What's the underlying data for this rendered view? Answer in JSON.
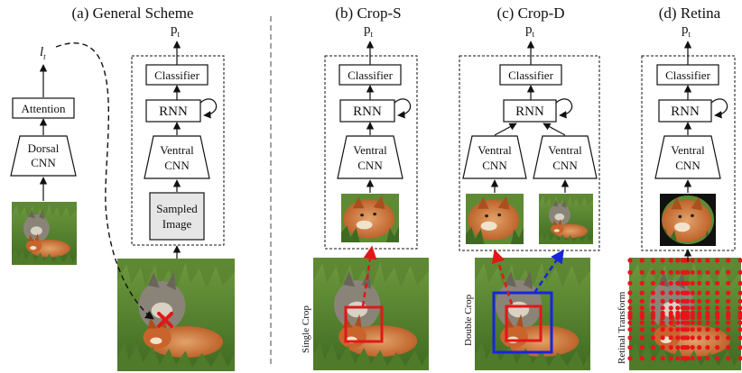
{
  "panels": {
    "a": {
      "title": "(a) General Scheme",
      "lt_main": "l",
      "lt_sub": "t",
      "attention": "Attention",
      "dorsal_line1": "Dorsal",
      "dorsal_line2": "CNN",
      "pt_main": "p",
      "pt_sub": "t",
      "classifier": "Classifier",
      "rnn": "RNN",
      "ventral_line1": "Ventral",
      "ventral_line2": "CNN",
      "sampled_line1": "Sampled",
      "sampled_line2": "Image"
    },
    "b": {
      "title": "(b) Crop-S",
      "pt_main": "p",
      "pt_sub": "t",
      "classifier": "Classifier",
      "rnn": "RNN",
      "ventral_line1": "Ventral",
      "ventral_line2": "CNN",
      "side_label": "Single Crop"
    },
    "c": {
      "title": "(c) Crop-D",
      "pt_main": "p",
      "pt_sub": "t",
      "classifier": "Classifier",
      "rnn": "RNN",
      "ventral1_line1": "Ventral",
      "ventral1_line2": "CNN",
      "ventral2_line1": "Ventral",
      "ventral2_line2": "CNN",
      "side_label": "Double Crop"
    },
    "d": {
      "title": "(d) Retina",
      "pt_main": "p",
      "pt_sub": "t",
      "classifier": "Classifier",
      "rnn": "RNN",
      "ventral_line1": "Ventral",
      "ventral_line2": "CNN",
      "side_label": "Retinal Transform"
    }
  },
  "colors": {
    "box_stroke": "#111111",
    "sampled_fill": "#e6e6e6",
    "red_crop": "#e01818",
    "blue_crop": "#1626d8",
    "retina_dots": "#e8141a",
    "grass_dark": "#3f6a22",
    "grass_light": "#7fa64a",
    "fox_orange": "#c8642c",
    "fox_light": "#e2a36a",
    "fox_grey": "#8a8478"
  }
}
